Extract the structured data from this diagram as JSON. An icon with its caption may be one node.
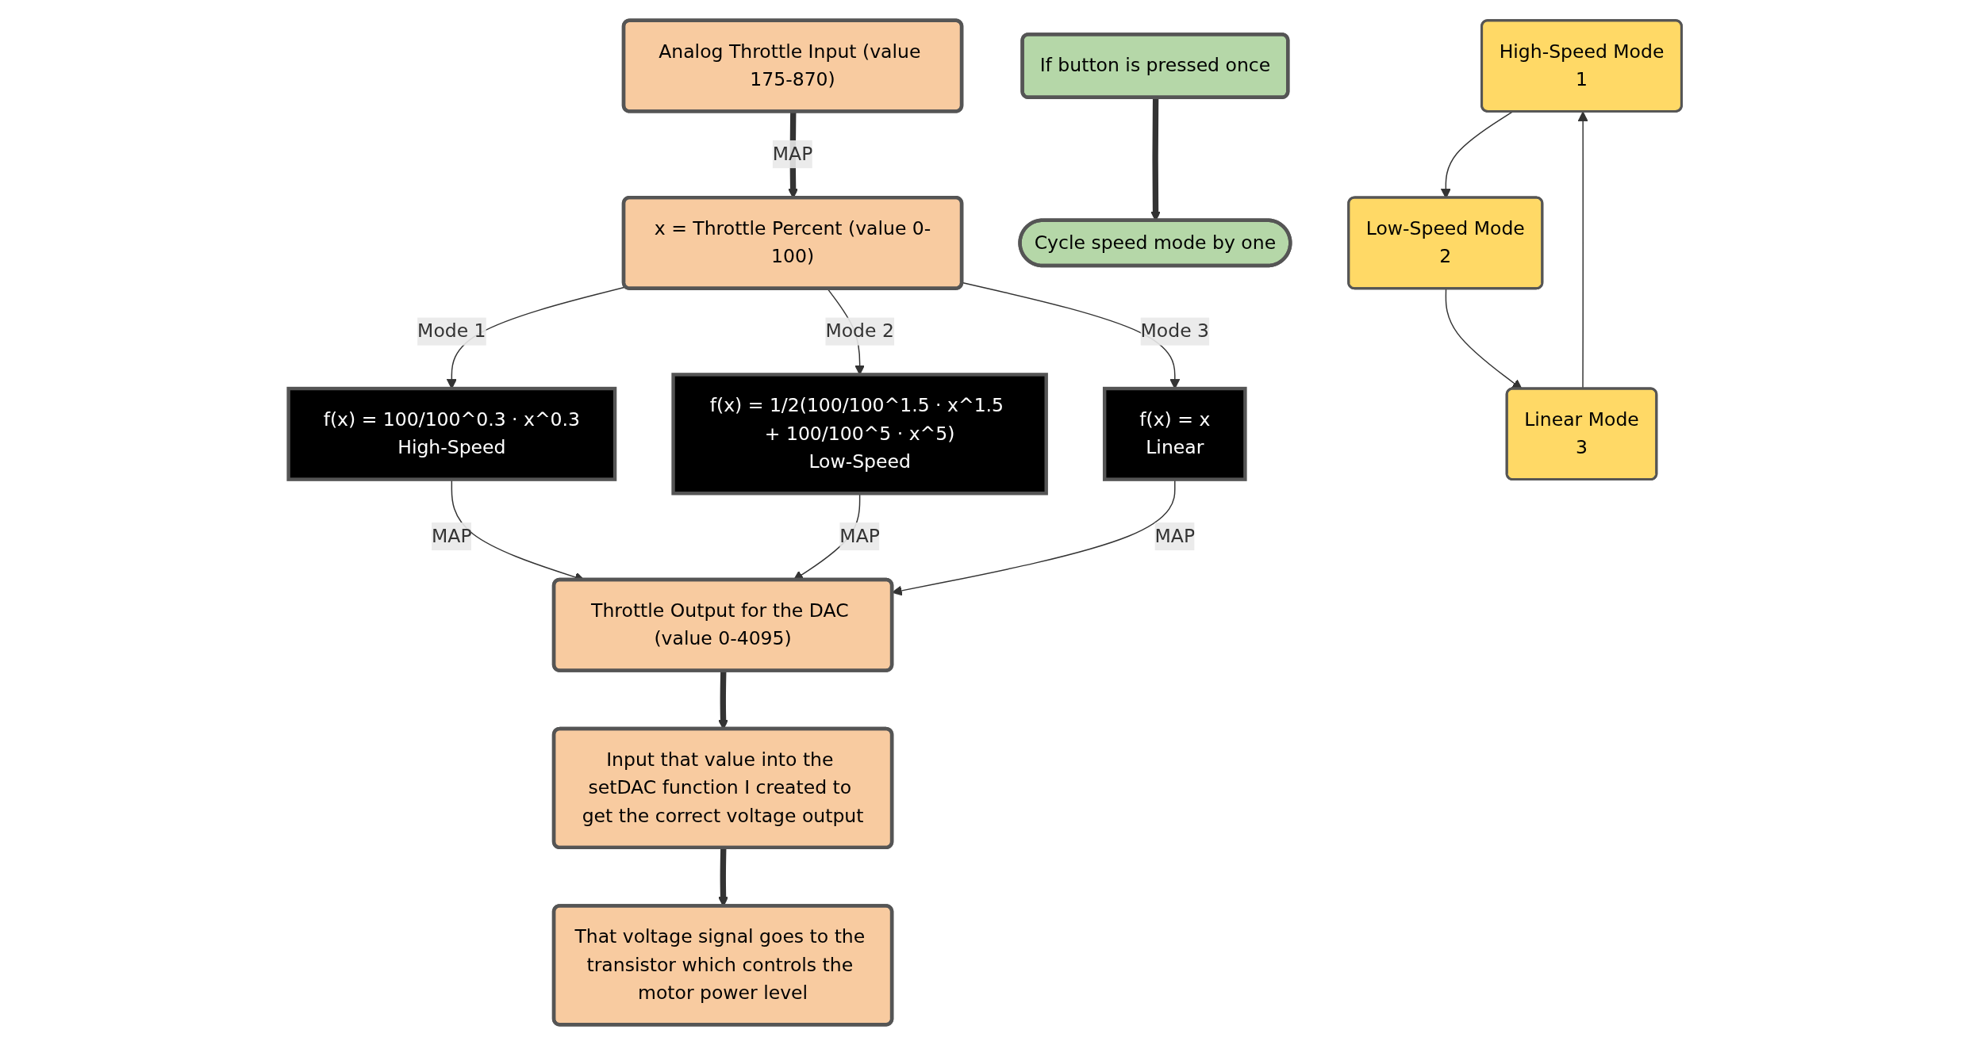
{
  "diagram": {
    "nodes": [
      {
        "text": [
          "Analog Throttle Input (value 175-870)"
        ]
      },
      {
        "text": [
          "x = Throttle Percent (value 0-100)"
        ]
      },
      {
        "text": [
          "f(x) = 100/100^0.3 · x^0.3",
          "High-Speed"
        ]
      },
      {
        "text": [
          "f(x) = 1/2(100/100^1.5 · x^1.5 + 100/100^5 · x^5)",
          "Low-Speed"
        ]
      },
      {
        "text": [
          "f(x) = x",
          "Linear"
        ]
      },
      {
        "text": [
          "Throttle Output for the DAC (value 0-4095)"
        ]
      },
      {
        "text": [
          "Input that value into the setDAC function I created to get the correct voltage output"
        ]
      },
      {
        "text": [
          "That voltage signal goes to the transistor which controls the motor power level"
        ]
      },
      {
        "text": [
          "If button is pressed once"
        ]
      },
      {
        "text": [
          "Cycle speed mode by one"
        ]
      },
      {
        "text": [
          "High-Speed Mode",
          "1"
        ]
      },
      {
        "text": [
          "Low-Speed Mode",
          "2"
        ]
      },
      {
        "text": [
          "Linear Mode",
          "3"
        ]
      }
    ],
    "edges": [
      {
        "from": 0,
        "to": 1,
        "arrow": "to",
        "label": "MAP",
        "style": "thick"
      },
      {
        "from": 1,
        "to": 2,
        "arrow": "to",
        "label": "Mode 1"
      },
      {
        "from": 1,
        "to": 3,
        "arrow": "to",
        "label": "Mode 2"
      },
      {
        "from": 1,
        "to": 4,
        "arrow": "to",
        "label": "Mode 3"
      },
      {
        "from": 2,
        "to": 5,
        "arrow": "to",
        "label": "MAP"
      },
      {
        "from": 3,
        "to": 5,
        "arrow": "to",
        "label": "MAP"
      },
      {
        "from": 4,
        "to": 5,
        "arrow": "to",
        "label": "MAP"
      },
      {
        "from": 5,
        "to": 6,
        "arrow": "to",
        "style": "thick"
      },
      {
        "from": 6,
        "to": 7,
        "arrow": "to",
        "style": "thick"
      },
      {
        "from": 8,
        "to": 9,
        "arrow": "to",
        "style": "thick"
      },
      {
        "from": 10,
        "to": 11,
        "arrow": "to"
      },
      {
        "from": 11,
        "to": 12,
        "arrow": "to"
      },
      {
        "from": 12,
        "to": 10,
        "arrow": "to"
      }
    ]
  }
}
